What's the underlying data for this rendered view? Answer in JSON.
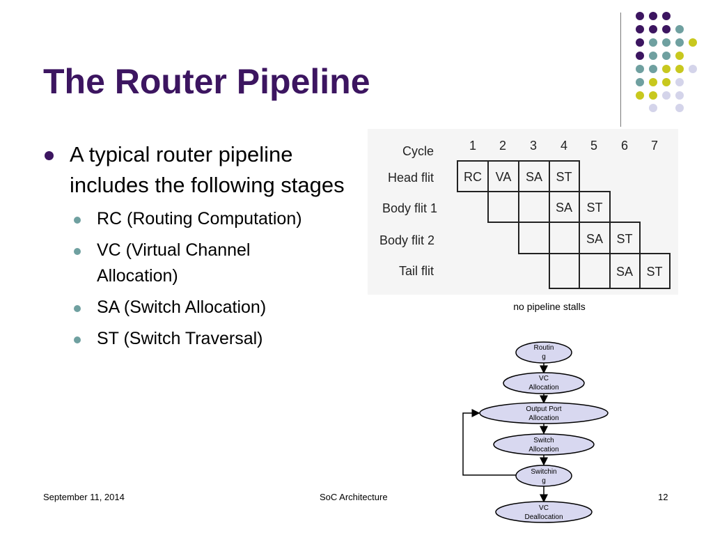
{
  "slide": {
    "title": "The Router Pipeline",
    "bullet": "A typical router pipeline includes the following stages",
    "sub_bullets": [
      "RC (Routing Computation)",
      "VC (Virtual Channel Allocation)",
      "SA (Switch Allocation)",
      "ST (Switch Traversal)"
    ],
    "caption": "no pipeline stalls"
  },
  "pipeline_table": {
    "header_label": "Cycle",
    "cycles": [
      "1",
      "2",
      "3",
      "4",
      "5",
      "6",
      "7"
    ],
    "rows": [
      {
        "label": "Head flit",
        "start": 0,
        "stages": [
          "RC",
          "VA",
          "SA",
          "ST"
        ]
      },
      {
        "label": "Body flit 1",
        "start": 1,
        "stages": [
          "",
          "",
          "SA",
          "ST"
        ]
      },
      {
        "label": "Body flit 2",
        "start": 2,
        "stages": [
          "",
          "",
          "SA",
          "ST"
        ]
      },
      {
        "label": "Tail flit",
        "start": 3,
        "stages": [
          "",
          "",
          "SA",
          "ST"
        ]
      }
    ]
  },
  "flowchart": {
    "nodes": [
      {
        "line1": "Routin",
        "line2": "g"
      },
      {
        "line1": "VC",
        "line2": "Allocation"
      },
      {
        "line1": "Output Port",
        "line2": "Allocation"
      },
      {
        "line1": "Switch",
        "line2": "Allocation"
      },
      {
        "line1": "Switchin",
        "line2": "g"
      },
      {
        "line1": "VC",
        "line2": "Deallocation"
      }
    ]
  },
  "footer": {
    "date": "September 11, 2014",
    "center": "SoC Architecture",
    "page": "12"
  },
  "colors": {
    "title": "#3c1560",
    "dot_purple": "#3c1560",
    "dot_teal": "#6fa0a0",
    "dot_yellow": "#c8c81e",
    "dot_lavender": "#d4d4ea",
    "node_fill": "#d8d8f0"
  }
}
